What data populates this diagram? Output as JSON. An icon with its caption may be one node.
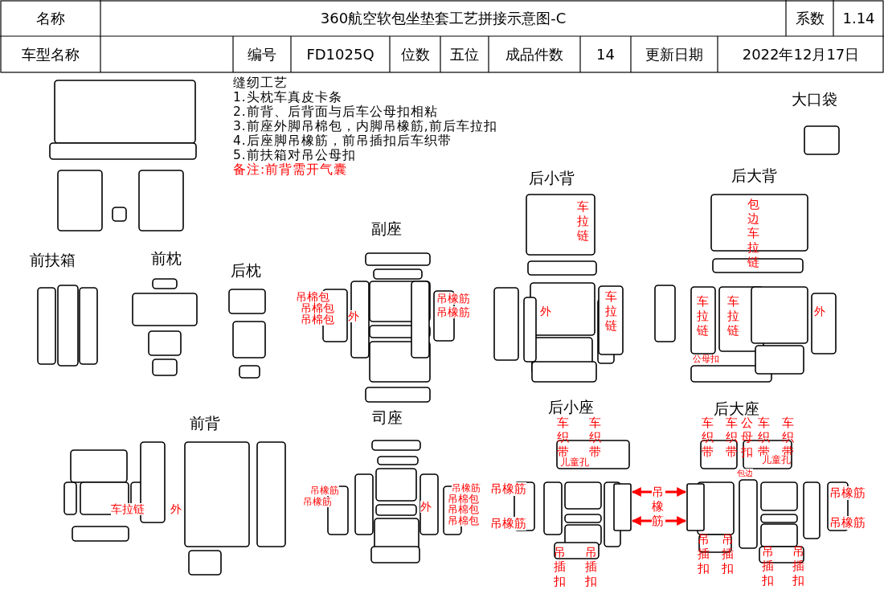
{
  "diagram": {
    "title": "360航空软包坐垫套工艺拼接示意图-C",
    "nodes": [
      {
        "text": [
          "吊橡筋"
        ]
      },
      {
        "text": [],
        "shape": "box"
      },
      {
        "text": [],
        "shape": "box"
      }
    ],
    "edges": [
      {
        "from": 0,
        "to": 1,
        "arrow": "to"
      },
      {
        "from": 0,
        "to": 1,
        "arrow": "to"
      },
      {
        "from": 0,
        "to": 2,
        "arrow": "to"
      },
      {
        "from": 0,
        "to": 2,
        "arrow": "to"
      }
    ],
    "labels": [
      "名称",
      "系数",
      "1.14",
      "车型名称",
      "编号",
      "FD1025Q",
      "位数",
      "五位",
      "成品件数",
      "14",
      "更新日期",
      "2022年12月17日",
      "缝纫工艺",
      "1.头枕车真皮卡条",
      "2.前背、后背面与后车公母扣相粘",
      "3.前座外脚吊棉包，内脚吊橡筋,前后车拉扣",
      "4.后座脚吊橡筋，前吊插扣后车织带",
      "5.前扶箱对吊公母扣",
      "备注:前背需开气囊",
      "大口袋",
      "后小背",
      "后大背",
      "副座",
      "前扶箱",
      "前枕",
      "后枕",
      "前背",
      "司座",
      "后小座",
      "后大座",
      "吊棉包",
      "吊棉包",
      "吊棉包",
      "外",
      "吊橡筋",
      "吊橡筋",
      "车拉链",
      "外",
      "车拉链",
      "包边车拉链",
      "车拉链",
      "车拉链",
      "公母扣",
      "外",
      "车拉链",
      "外",
      "吊橡筋",
      "吊橡筋",
      "外",
      "吊橡筋",
      "吊棉包",
      "吊棉包",
      "吊棉包",
      "吊橡筋",
      "吊橡筋",
      "车织带",
      "车织带",
      "儿童孔",
      "吊插扣",
      "吊插扣",
      "车织带",
      "车织带",
      "公母扣",
      "包边",
      "车织带",
      "车织带",
      "儿童孔",
      "吊插扣",
      "吊插扣",
      "吊插扣",
      "吊插扣",
      "吊橡筋",
      "吊橡筋"
    ]
  }
}
